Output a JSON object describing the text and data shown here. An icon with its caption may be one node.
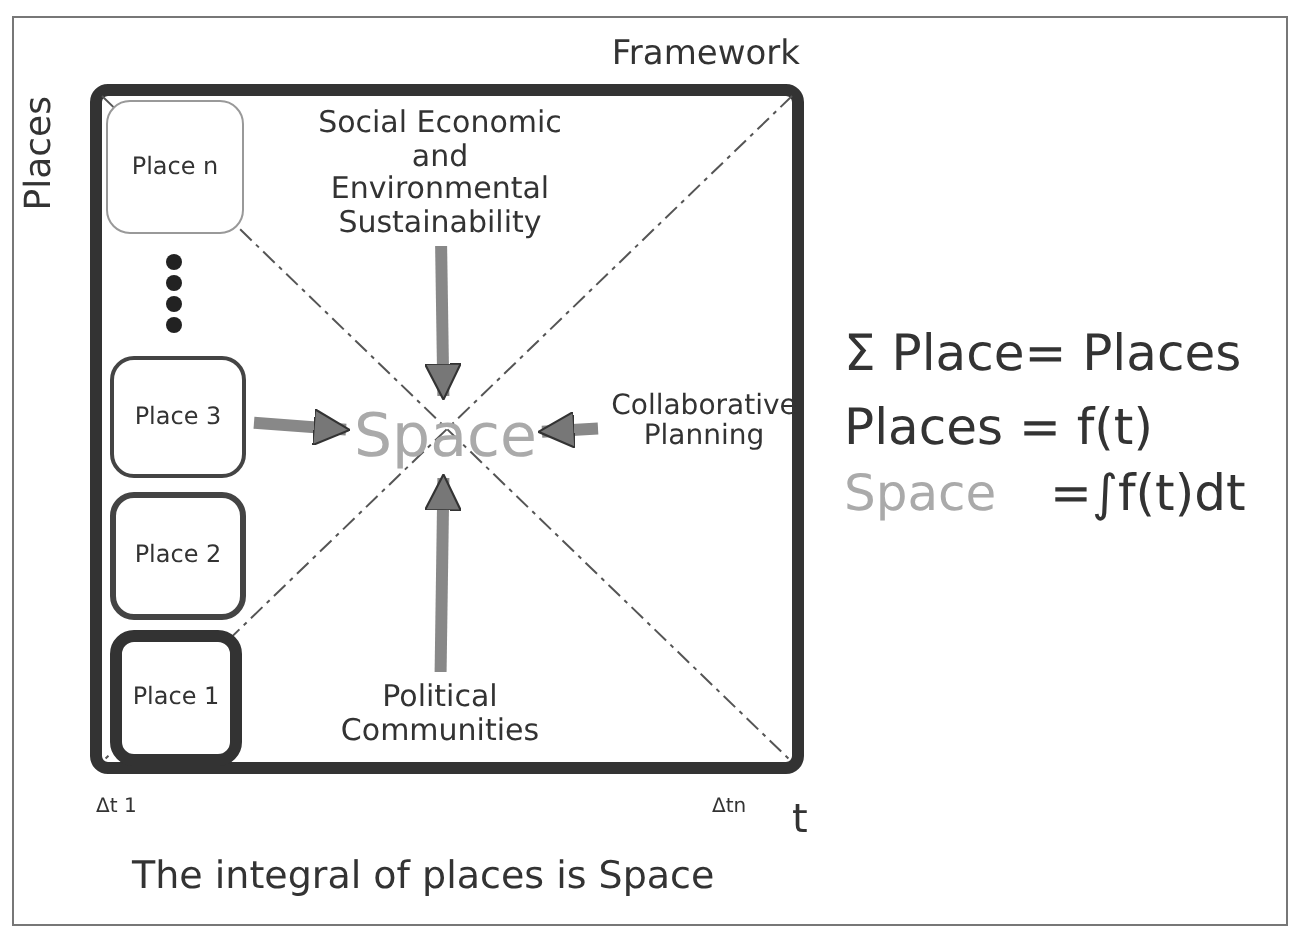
{
  "diagram": {
    "caption": "The integral of places is Space",
    "nodes": [
      {
        "text": [
          "Framework"
        ]
      },
      {
        "text": [
          "Place n"
        ],
        "in": 0
      },
      {
        "text": [
          "Place 3"
        ],
        "in": 0
      },
      {
        "text": [
          "Place 2"
        ],
        "in": 0
      },
      {
        "text": [
          "Place 1"
        ],
        "in": 0
      },
      {
        "text": [
          "Social Economic and Environmental Sustainability"
        ],
        "in": 0
      },
      {
        "text": [
          "Space"
        ],
        "in": 0
      },
      {
        "text": [
          "Collaborative Planning"
        ],
        "in": 0
      },
      {
        "text": [
          "Political Communities"
        ],
        "in": 0
      }
    ],
    "edges": [
      {
        "from": 5,
        "to": 6,
        "arrow": "to"
      },
      {
        "from": 2,
        "to": 6,
        "arrow": "to"
      },
      {
        "from": 7,
        "to": 6,
        "arrow": "to"
      },
      {
        "from": 8,
        "to": 6,
        "arrow": "to"
      }
    ],
    "labels": [
      "Places",
      "Δt 1",
      "Δtn",
      "t",
      "Σ Place= Places",
      "Places = f(t)",
      "Space",
      "=∫f(t)dt"
    ]
  }
}
